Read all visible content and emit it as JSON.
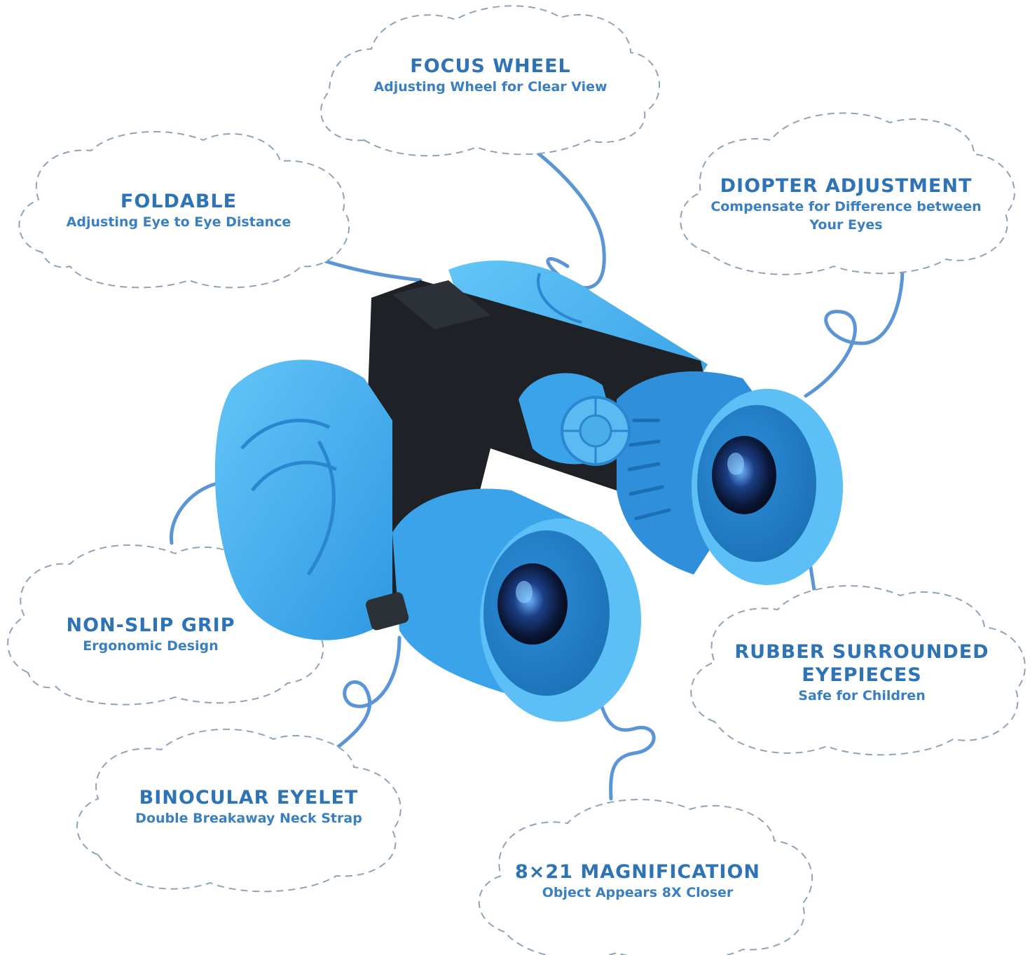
{
  "colors": {
    "text": "#2f73b7",
    "cloud_stroke": "#8fa3b8",
    "connector": "#5b95d6",
    "rubber_blue": "#3aa3ea",
    "rubber_light": "#5cc0f6",
    "body_black": "#1e2126",
    "lens_dark": "#0b1a3a"
  },
  "callouts": [
    {
      "id": "focus-wheel",
      "title": "FOCUS WHEEL",
      "subtitle": "Adjusting Wheel for Clear View"
    },
    {
      "id": "foldable",
      "title": "FOLDABLE",
      "subtitle": "Adjusting Eye to Eye Distance"
    },
    {
      "id": "diopter-adjustment",
      "title": "DIOPTER ADJUSTMENT",
      "subtitle_lines": [
        "Compensate for Difference between",
        "Your Eyes"
      ]
    },
    {
      "id": "non-slip-grip",
      "title": "NON-SLIP GRIP",
      "subtitle": "Ergonomic Design"
    },
    {
      "id": "rubber-surrounded-eyepieces",
      "title_lines": [
        "RUBBER SURROUNDED",
        "EYEPIECES"
      ],
      "subtitle": "Safe for Children"
    },
    {
      "id": "binocular-eyelet",
      "title": "BINOCULAR EYELET",
      "subtitle": "Double Breakaway Neck Strap"
    },
    {
      "id": "magnification",
      "title": "8×21 MAGNIFICATION",
      "subtitle": "Object Appears 8X Closer"
    }
  ]
}
